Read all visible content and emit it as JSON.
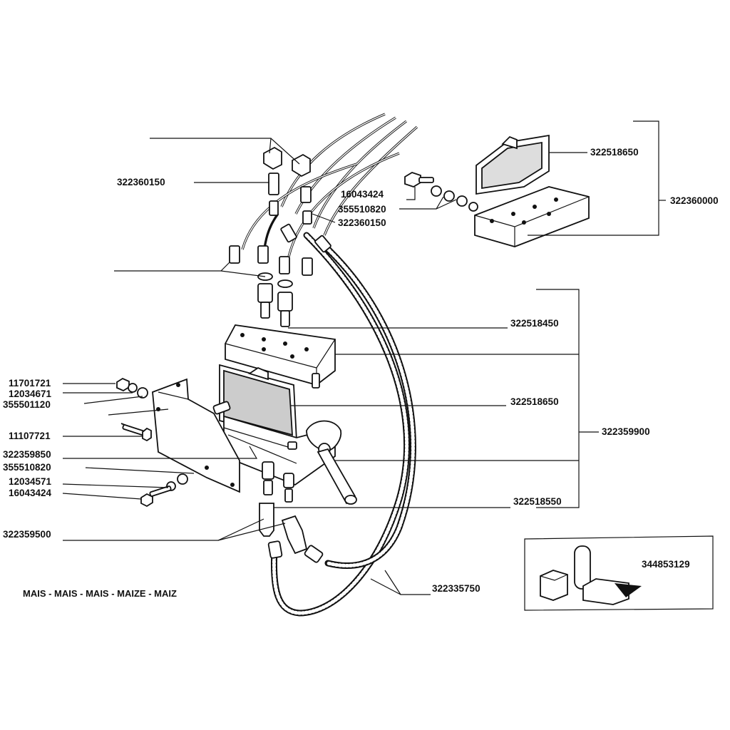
{
  "labels": {
    "l_322360150_a": "322360150",
    "l_16043424_a": "16043424",
    "l_355510820_a": "355510820",
    "l_322360150_b": "322360150",
    "l_322518650_a": "322518650",
    "l_322360000": "322360000",
    "l_322518450": "322518450",
    "l_11701721": "11701721",
    "l_12034671": "12034671",
    "l_355501120": "355501120",
    "l_11107721": "11107721",
    "l_322359850": "322359850",
    "l_355510820_b": "355510820",
    "l_12034571": "12034571",
    "l_16043424_b": "16043424",
    "l_322518650_b": "322518650",
    "l_322359900": "322359900",
    "l_322518550": "322518550",
    "l_322359500": "322359500",
    "l_322335750": "322335750",
    "l_344853129": "344853129"
  },
  "caption": "MAIS - MAIS - MAIS - MAIZE - MAIZ",
  "colors": {
    "ink": "#111111",
    "paper": "#ffffff"
  }
}
